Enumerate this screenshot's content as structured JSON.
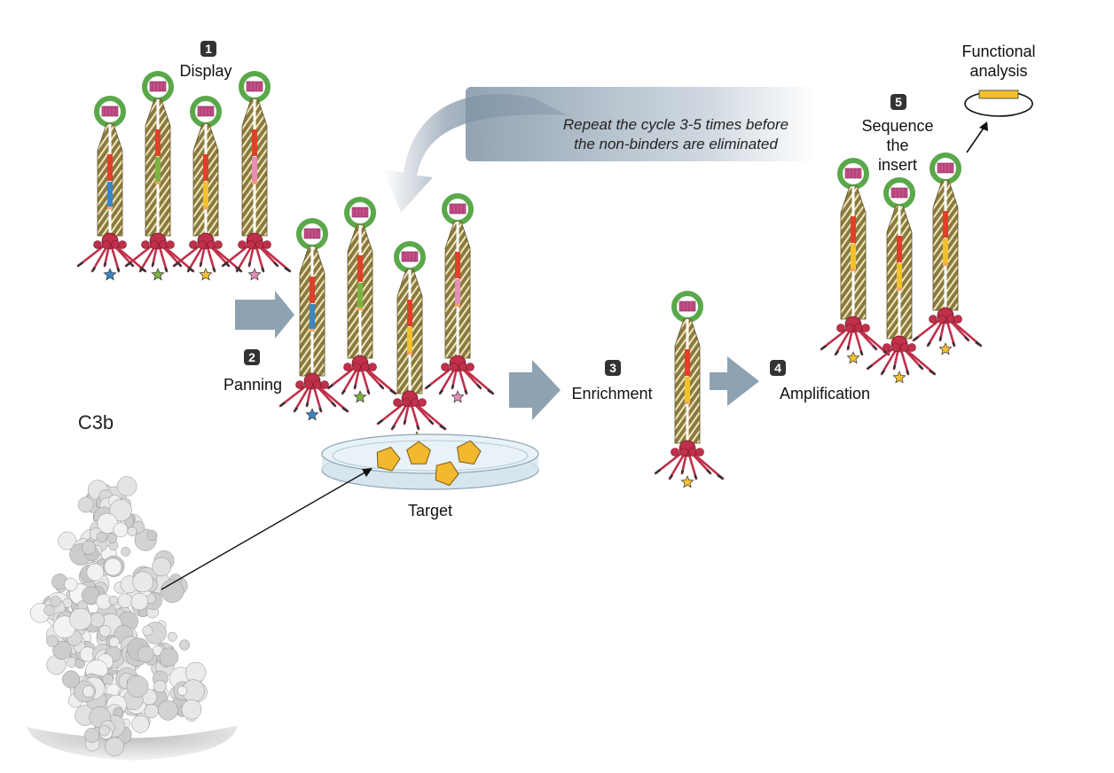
{
  "steps": [
    {
      "number": "1",
      "label": "Display"
    },
    {
      "number": "2",
      "label": "Panning"
    },
    {
      "number": "3",
      "label": "Enrichment"
    },
    {
      "number": "4",
      "label": "Amplification"
    },
    {
      "number": "5",
      "label_lines": [
        "Sequence",
        "the",
        "insert"
      ]
    }
  ],
  "repeat_note": {
    "line1": "Repeat the cycle 3-5 times before",
    "line2": "the non-binders are eliminated"
  },
  "functional": {
    "line1": "Functional",
    "line2": "analysis"
  },
  "target_label": "Target",
  "protein_label": "C3b",
  "colors": {
    "head_ring": "#5aa84a",
    "head_core": "#c9508a",
    "body": "#8a7a3c",
    "tail": "#c0304a",
    "insert_red": "#e0402a",
    "blue": "#3a86c8",
    "green": "#7cb342",
    "yellow": "#f2c12e",
    "pink": "#e58fb6",
    "target": "#f3b92e",
    "arrow": "#8fa2b2"
  }
}
